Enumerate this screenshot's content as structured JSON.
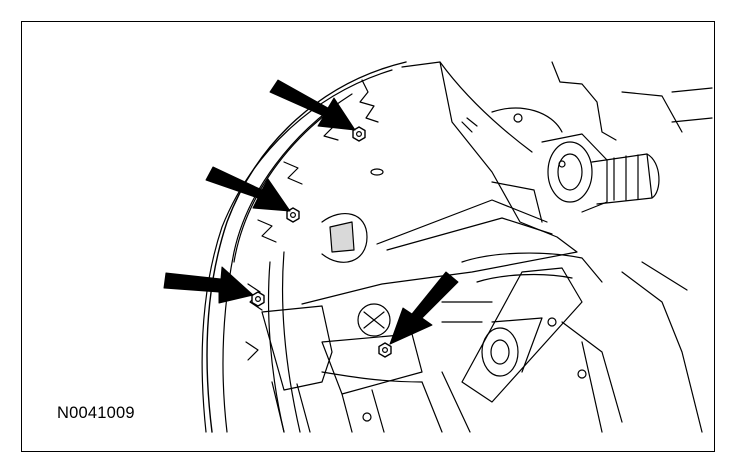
{
  "figure": {
    "code": "N0041009",
    "ink_color": "#000000",
    "background_color": "#ffffff",
    "callouts": [
      {
        "name": "fastener-arrow-upper",
        "icon": "arrow-icon"
      },
      {
        "name": "fastener-arrow-middle",
        "icon": "arrow-icon"
      },
      {
        "name": "fastener-arrow-lower",
        "icon": "arrow-icon"
      },
      {
        "name": "fastener-arrow-inner",
        "icon": "arrow-icon"
      }
    ],
    "fasteners": [
      {
        "name": "nut-upper",
        "icon": "hex-nut-icon"
      },
      {
        "name": "nut-middle",
        "icon": "hex-nut-icon"
      },
      {
        "name": "nut-lower",
        "icon": "hex-nut-icon"
      },
      {
        "name": "nut-inner",
        "icon": "hex-nut-icon"
      }
    ]
  }
}
